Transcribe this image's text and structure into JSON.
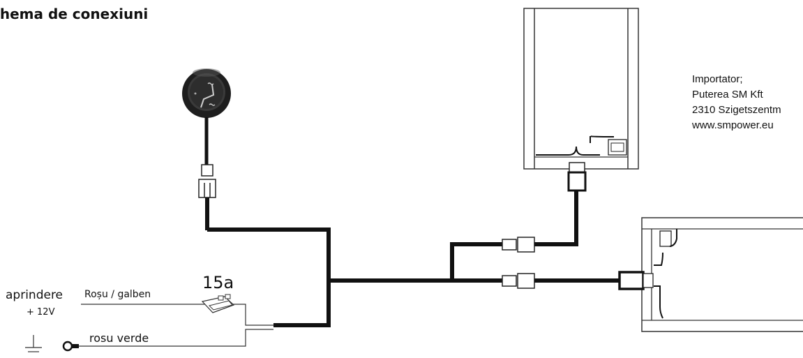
{
  "title": "chema de conexiuni",
  "importer": {
    "line1": "Importator;",
    "line2": "Puterea SM Kft",
    "line3": "2310 Szigetszentm",
    "line4": "www.smpower.eu"
  },
  "labels": {
    "ignition": "aprindere",
    "voltage": "+ 12V",
    "wire_red_yellow": "Roșu / galben",
    "fuse_rating": "15a",
    "wire_red_green": "rosu verde"
  },
  "colors": {
    "wire": "#1a1a1a",
    "switch_body": "#2a2a2a",
    "outline": "#333333"
  }
}
